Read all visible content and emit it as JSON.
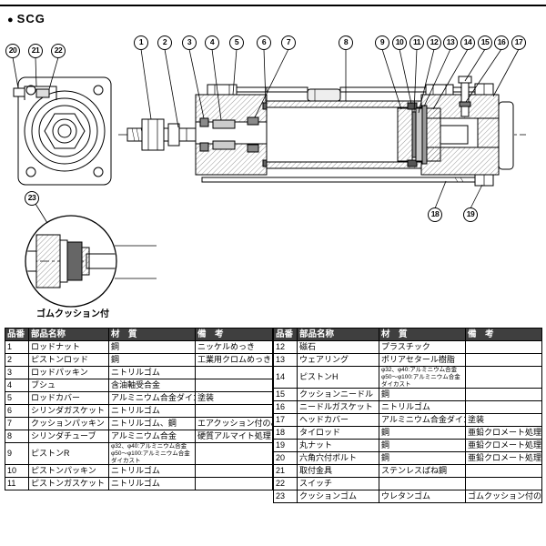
{
  "page": {
    "bullet": "●",
    "title": "SCG"
  },
  "diagram": {
    "detail_label": "ゴムクッション付",
    "balloons": [
      "1",
      "2",
      "3",
      "4",
      "5",
      "6",
      "7",
      "8",
      "9",
      "10",
      "11",
      "12",
      "13",
      "14",
      "15",
      "16",
      "17",
      "18",
      "19",
      "20",
      "21",
      "22",
      "23"
    ]
  },
  "table": {
    "headers": [
      "品番",
      "部品名称",
      "材　質",
      "備　考"
    ],
    "left_rows": [
      [
        "1",
        "ロッドナット",
        "鋼",
        "ニッケルめっき"
      ],
      [
        "2",
        "ピストンロッド",
        "鋼",
        "工業用クロムめっき"
      ],
      [
        "3",
        "ロッドパッキン",
        "ニトリルゴム",
        ""
      ],
      [
        "4",
        "ブシュ",
        "含油軸受合金",
        ""
      ],
      [
        "5",
        "ロッドカバー",
        "アルミニウム合金ダイカスト",
        "塗装"
      ],
      [
        "6",
        "シリンダガスケット",
        "ニトリルゴム",
        ""
      ],
      [
        "7",
        "クッションパッキン",
        "ニトリルゴム、鋼",
        "エアクッション付のみ"
      ],
      [
        "8",
        "シリンダチューブ",
        "アルミニウム合金",
        "硬質アルマイト処理"
      ],
      [
        "9",
        "ピストンR",
        "φ32、φ40:アルミニウム合金\nφ50〜φ100:アルミニウム合金ダイカスト",
        ""
      ],
      [
        "10",
        "ピストンパッキン",
        "ニトリルゴム",
        ""
      ],
      [
        "11",
        "ピストンガスケット",
        "ニトリルゴム",
        ""
      ]
    ],
    "right_rows": [
      [
        "12",
        "磁石",
        "プラスチック",
        ""
      ],
      [
        "13",
        "ウェアリング",
        "ポリアセタール樹脂",
        ""
      ],
      [
        "14",
        "ピストンH",
        "φ32、φ40:アルミニウム合金\nφ50〜φ100:アルミニウム合金ダイカスト",
        ""
      ],
      [
        "15",
        "クッションニードル",
        "鋼",
        ""
      ],
      [
        "16",
        "ニードルガスケット",
        "ニトリルゴム",
        ""
      ],
      [
        "17",
        "ヘッドカバー",
        "アルミニウム合金ダイカスト",
        "塗装"
      ],
      [
        "18",
        "タイロッド",
        "鋼",
        "亜鉛クロメート処理"
      ],
      [
        "19",
        "丸ナット",
        "鋼",
        "亜鉛クロメート処理"
      ],
      [
        "20",
        "六角穴付ボルト",
        "鋼",
        "亜鉛クロメート処理"
      ],
      [
        "21",
        "取付金具",
        "ステンレスばね鋼",
        ""
      ],
      [
        "22",
        "スイッチ",
        "",
        ""
      ],
      [
        "23",
        "クッションゴム",
        "ウレタンゴム",
        "ゴムクッション付のみ"
      ]
    ]
  }
}
